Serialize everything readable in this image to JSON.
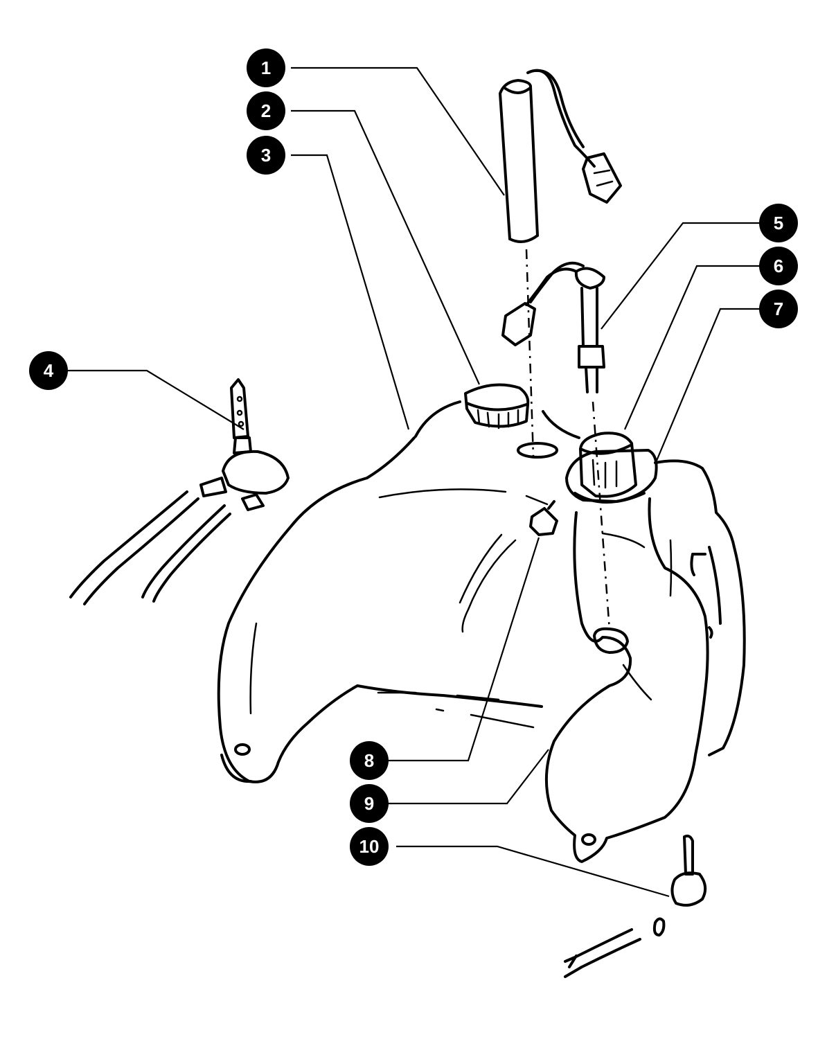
{
  "colors": {
    "ink": "#000000",
    "paper": "#ffffff"
  },
  "callouts": [
    {
      "id": "1",
      "label": "1"
    },
    {
      "id": "2",
      "label": "2"
    },
    {
      "id": "3",
      "label": "3"
    },
    {
      "id": "4",
      "label": "4"
    },
    {
      "id": "5",
      "label": "5"
    },
    {
      "id": "6",
      "label": "6"
    },
    {
      "id": "7",
      "label": "7"
    },
    {
      "id": "8",
      "label": "8"
    },
    {
      "id": "9",
      "label": "9"
    },
    {
      "id": "10",
      "label": "10"
    }
  ]
}
